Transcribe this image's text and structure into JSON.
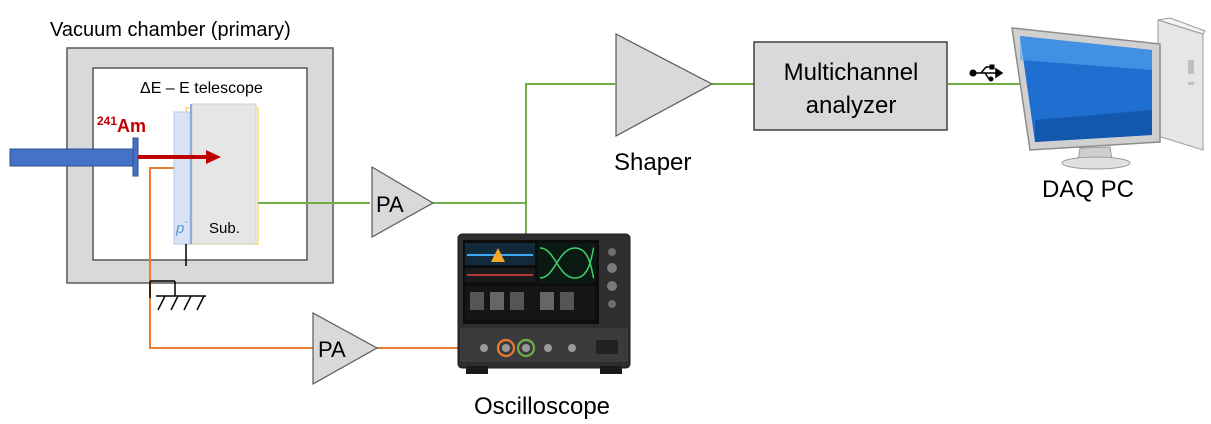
{
  "labels": {
    "vacuum_chamber": "Vacuum chamber (primary)",
    "telescope": "ΔE – E telescope",
    "source_mass": "241",
    "source_symbol": "Am",
    "p_layer": "p",
    "p_layer_sup": "-",
    "substrate": "Sub.",
    "preamp_top": "PA",
    "preamp_bottom": "PA",
    "shaper": "Shaper",
    "mca_line1": "Multichannel",
    "mca_line2": "analyzer",
    "daq_pc": "DAQ PC",
    "oscilloscope": "Oscilloscope"
  },
  "colors": {
    "green_signal": "#70ad47",
    "orange_signal": "#ed7d31",
    "beam_pipe": "#4472c4",
    "alpha_arrow": "#c00000",
    "box_fill": "#d9d9d9",
    "triangle_fill": "#d9d9d9"
  },
  "icons": [
    "usb-icon",
    "ground-icon",
    "monitor-icon",
    "oscilloscope-icon"
  ]
}
